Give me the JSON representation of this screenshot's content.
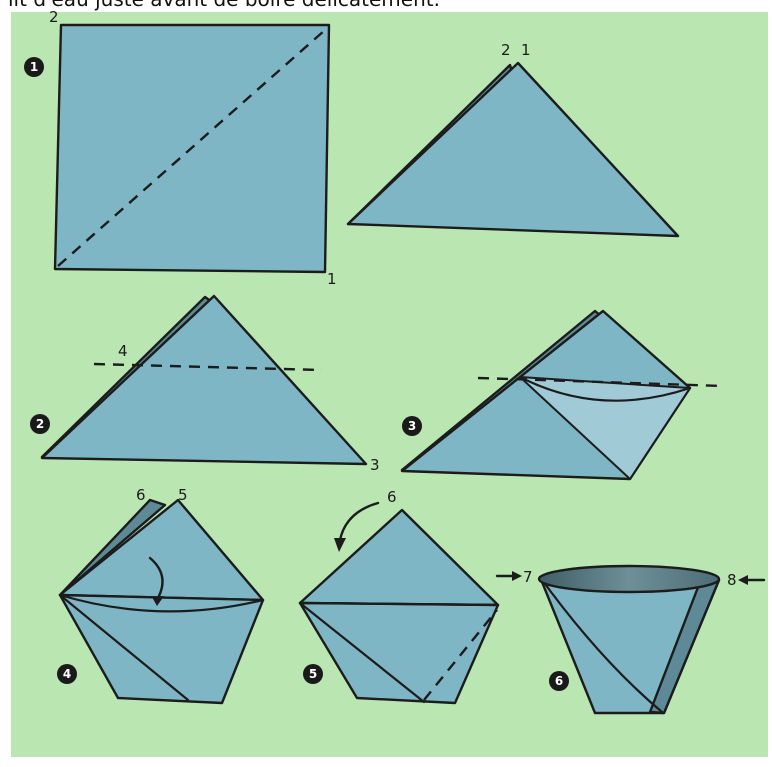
{
  "caption": "lit d'eau juste avant de boire délicatement.",
  "colors": {
    "background": "#b9e6b1",
    "paper": "#7fb6c5",
    "paper_dark": "#5e8a97",
    "ink": "#1c1c1c"
  },
  "steps": {
    "s1": "1",
    "s2": "2",
    "s3": "3",
    "s4": "4",
    "s5": "5",
    "s6": "6"
  },
  "labels": {
    "square_corner_2": "2",
    "square_corner_1": "1",
    "tri_top_2": "2",
    "tri_top_1": "1",
    "step2_4": "4",
    "step2_3": "3",
    "step4_6": "6",
    "step4_5": "5",
    "step5_6": "6",
    "step6_7": "7",
    "step6_8": "8"
  }
}
